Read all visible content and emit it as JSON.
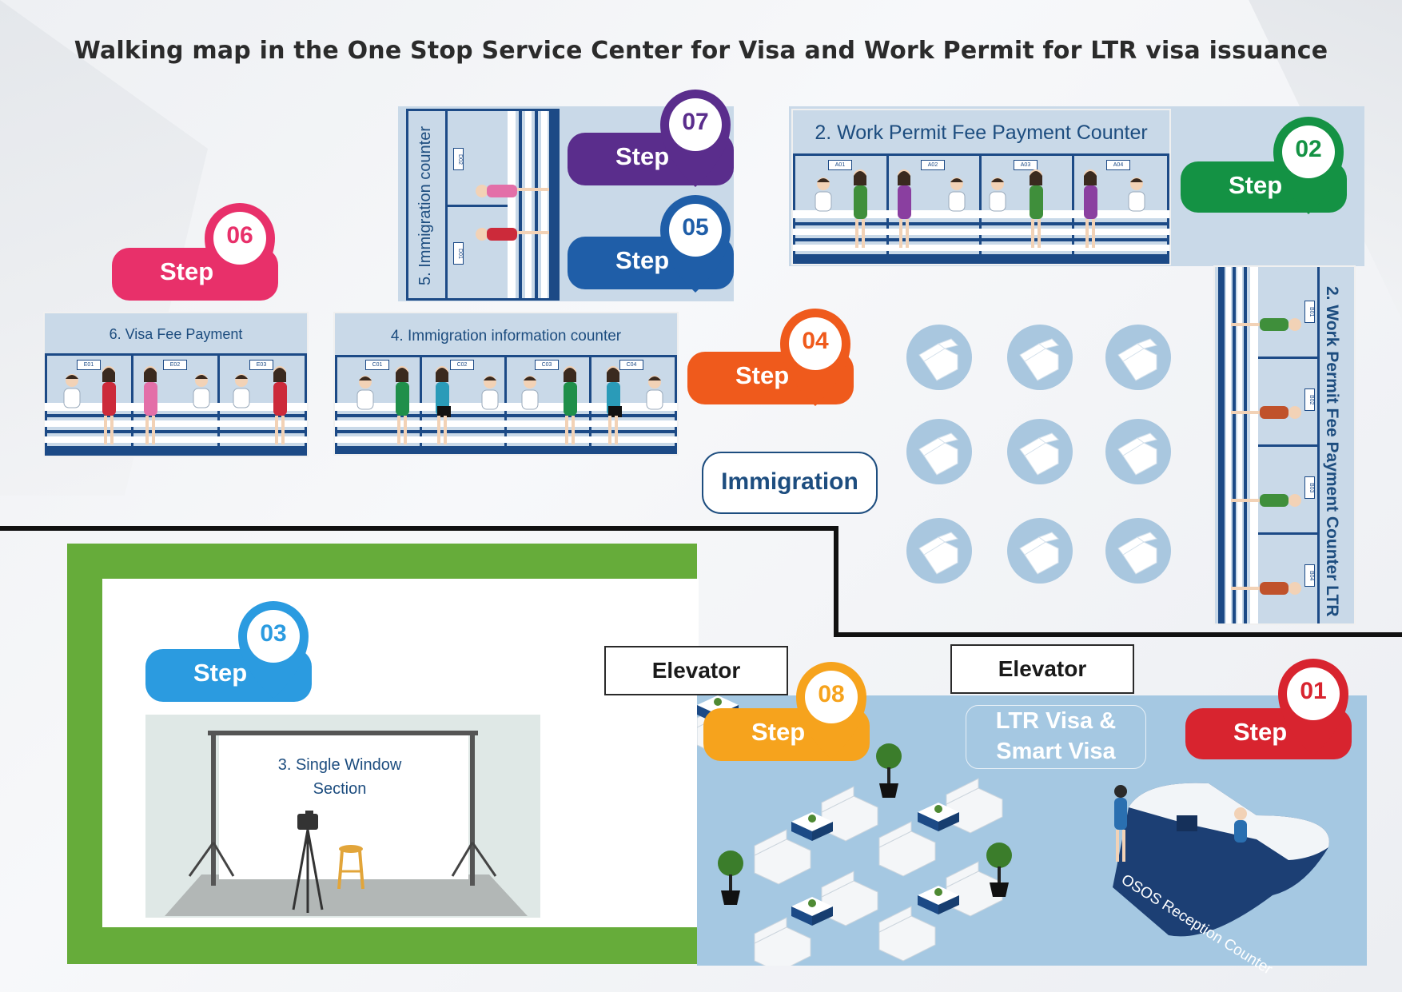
{
  "map_title": "Walking map in the One Stop Service Center for Visa and Work Permit for LTR visa issuance",
  "areas": {
    "work_permit_top": {
      "label": "2. Work Permit Fee Payment Counter",
      "counters": [
        "A01",
        "A02",
        "A03",
        "A04"
      ]
    },
    "work_permit_ltr": {
      "label": "2. Work Permit Fee Payment Counter LTR",
      "counters": [
        "B01",
        "B02",
        "B03",
        "B04"
      ]
    },
    "immigration_counter": {
      "label": "5. Immigration counter",
      "counters": [
        "D01",
        "D02"
      ]
    },
    "visa_fee": {
      "label": "6. Visa Fee Payment",
      "counters": [
        "E01",
        "E02",
        "E03"
      ]
    },
    "immigration_info": {
      "label": "4. Immigration information counter",
      "counters": [
        "C01",
        "C02",
        "C03",
        "C04"
      ]
    },
    "immigration_sign": "Immigration",
    "single_window": {
      "line1": "3. Single Window",
      "line2": "Section"
    },
    "elevator_left": "Elevator",
    "elevator_right": "Elevator",
    "ltr_lounge": {
      "line1": "LTR Visa &",
      "line2": "Smart Visa"
    },
    "reception": "OSOS Reception Counter"
  },
  "steps": [
    {
      "number": "01",
      "label": "Step",
      "color": "#d8242f"
    },
    {
      "number": "02",
      "label": "Step",
      "color": "#149244"
    },
    {
      "number": "03",
      "label": "Step",
      "color": "#2b9be0"
    },
    {
      "number": "04",
      "label": "Step",
      "color": "#ef5a1c"
    },
    {
      "number": "05",
      "label": "Step",
      "color": "#1f5ea8"
    },
    {
      "number": "06",
      "label": "Step",
      "color": "#e8306a"
    },
    {
      "number": "07",
      "label": "Step",
      "color": "#5a2d8c"
    },
    {
      "number": "08",
      "label": "Step",
      "color": "#f6a31d"
    }
  ],
  "colors": {
    "counter_blue": "#1c4a86",
    "panel_fill": "#c9d9e8",
    "single_window_frame": "#66ac3a",
    "chair_circle": "#a9c7df"
  }
}
